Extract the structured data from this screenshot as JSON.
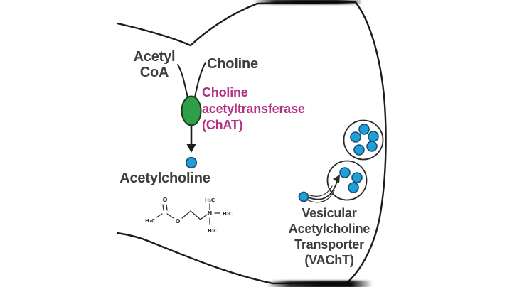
{
  "labels": {
    "acetyl_coa_line1": "Acetyl",
    "acetyl_coa_line2": "CoA",
    "choline": "Choline",
    "chat_line1": "Choline",
    "chat_line2": "acetyltransferase",
    "chat_line3": "(ChAT)",
    "acetylcholine": "Acetylcholine",
    "vacht_line1": "Vesicular",
    "vacht_line2": "Acetylcholine",
    "vacht_line3": "Transporter",
    "vacht_line4": "(VAChT)"
  },
  "molecule": {
    "carbonyl_o": "O",
    "ester_o": "O",
    "nitrogen": "N",
    "methyl_left": "H₃C",
    "methyl_top": "H₃C",
    "methyl_right": "H₃C",
    "methyl_bottom": "H₃C"
  },
  "vesicles": {
    "upper_dot_count": 5,
    "lower_dot_count": 3
  },
  "colors": {
    "label_text": "#3d3d3d",
    "chat_magenta": "#b23182",
    "enzyme_green": "#2f9e48",
    "acetylcholine_blue": "#1f9fda",
    "outline_black": "#1c1c1c"
  }
}
